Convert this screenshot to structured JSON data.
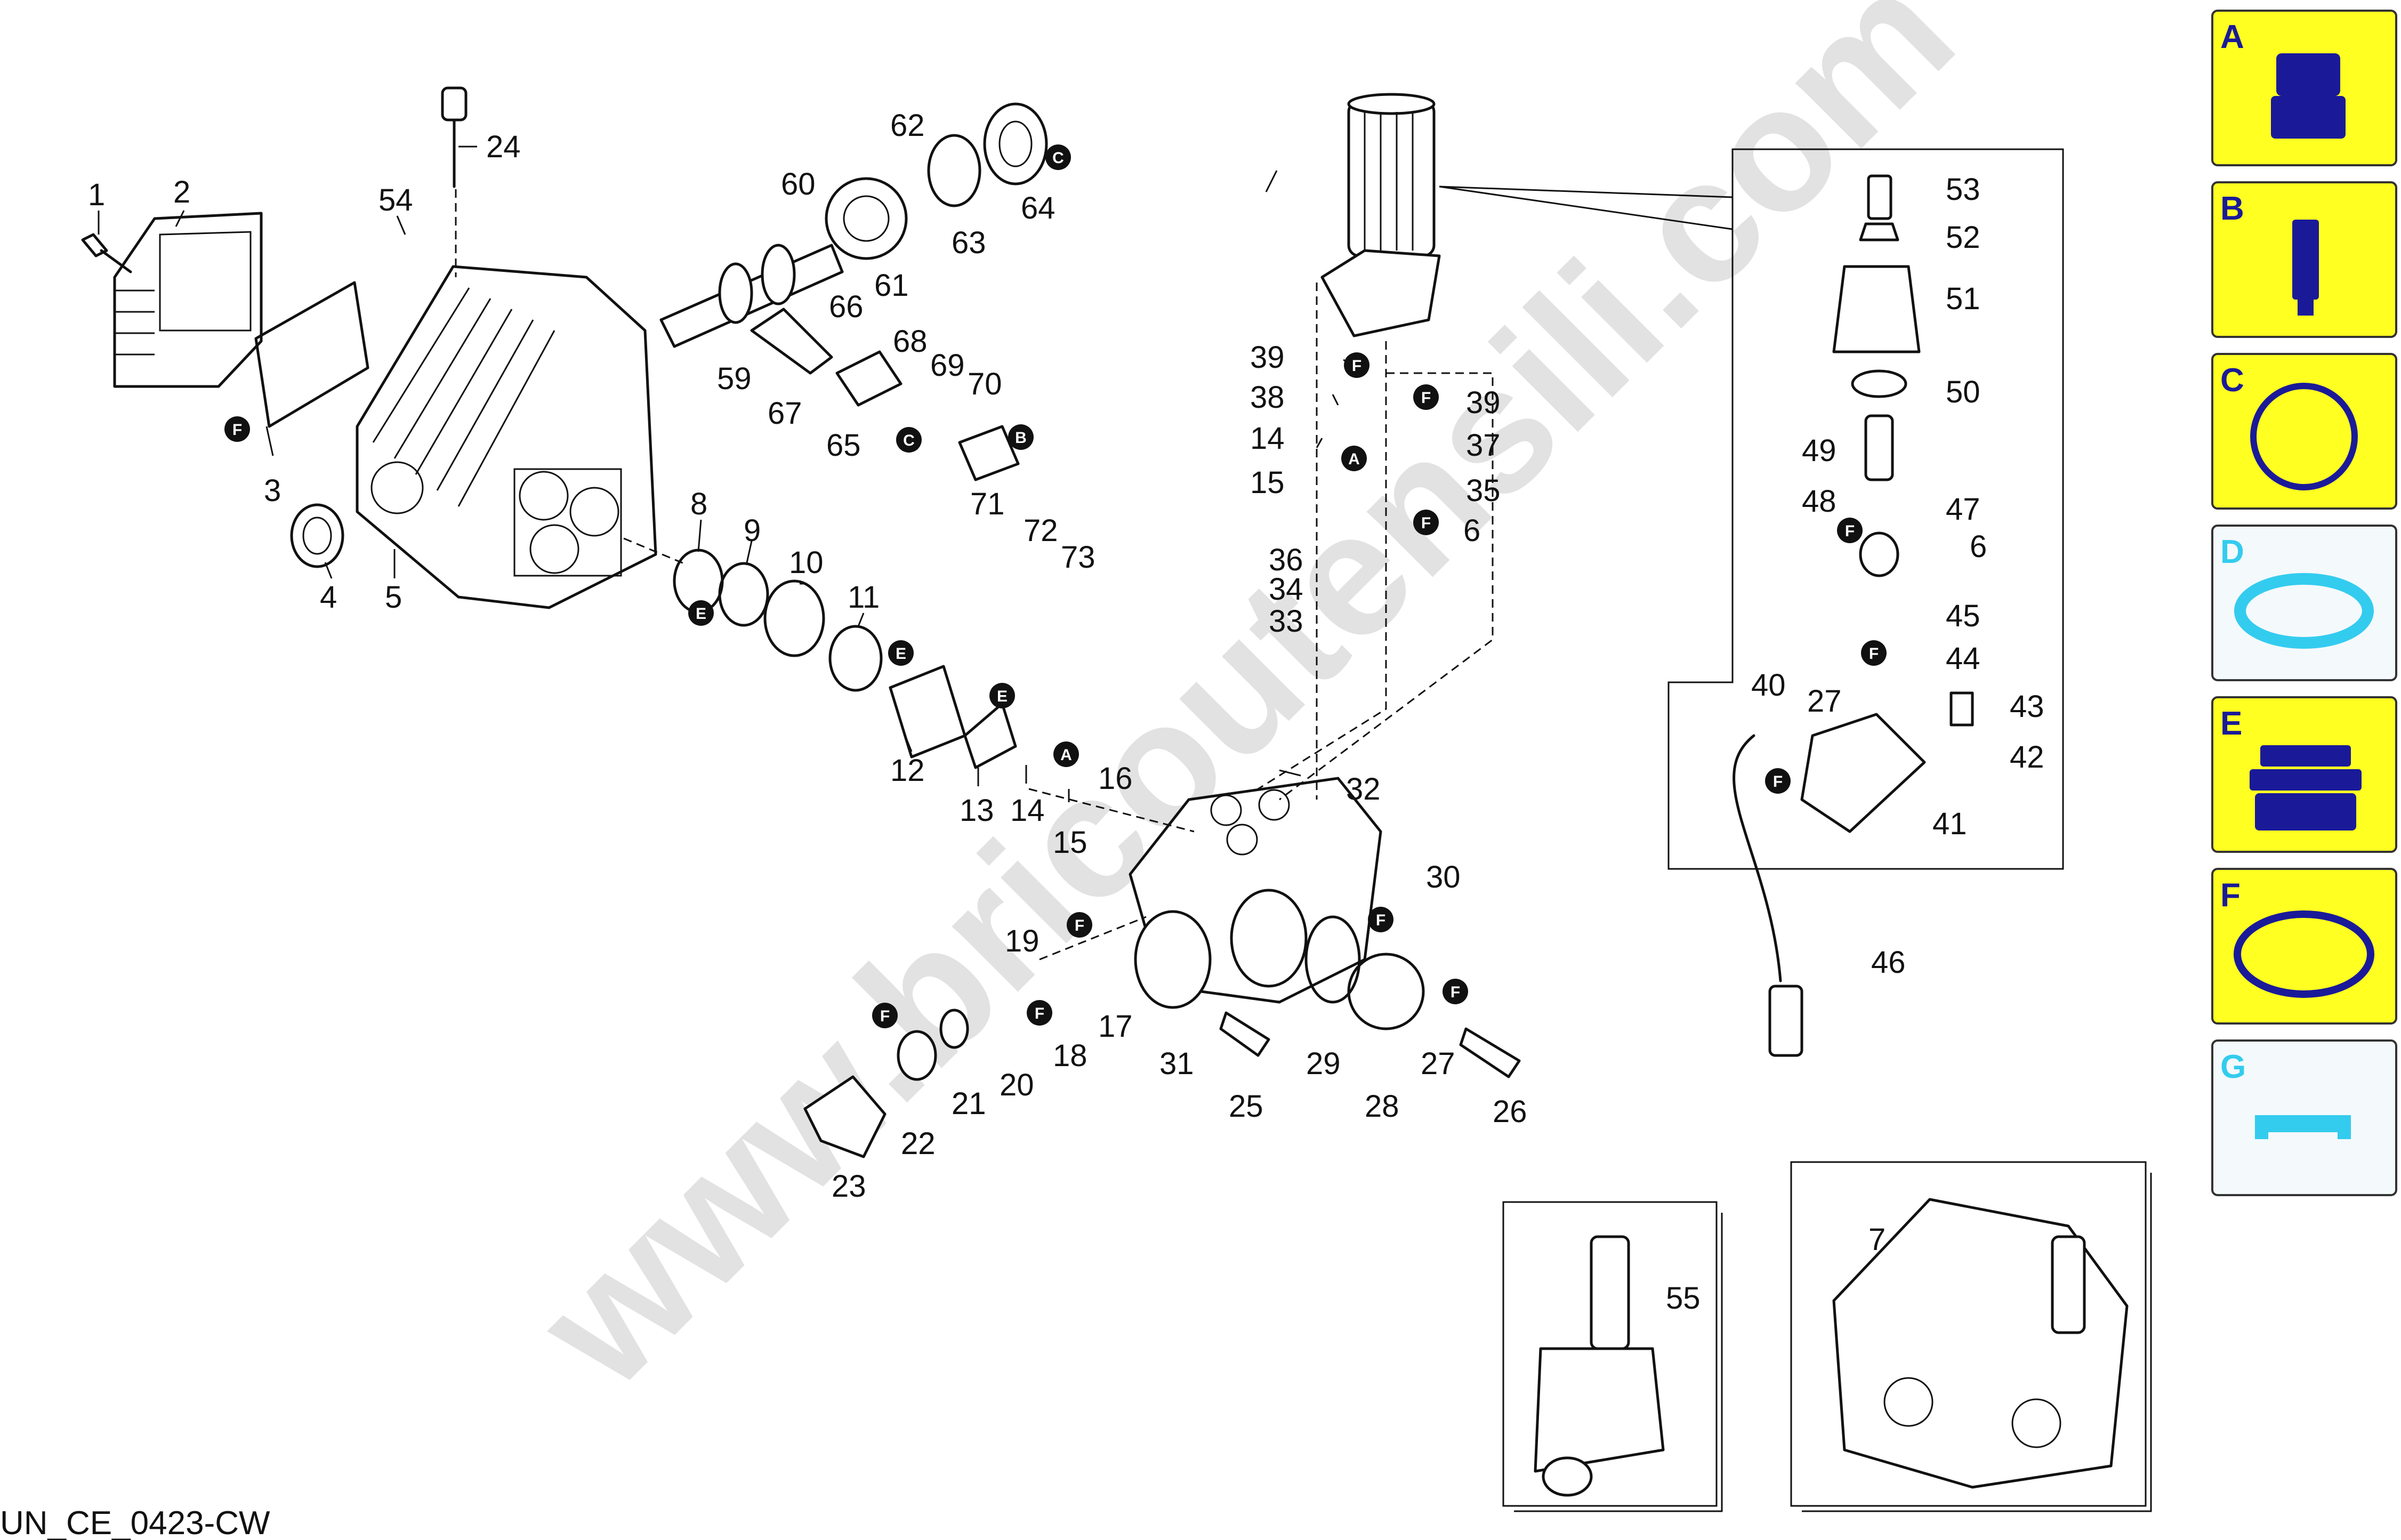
{
  "diagram": {
    "watermark": "www.bricoutensili.com",
    "footer_code": "UN_CE_0423-CW",
    "part_labels": [
      "1",
      "2",
      "3",
      "4",
      "5",
      "6",
      "6",
      "7",
      "8",
      "9",
      "10",
      "11",
      "12",
      "13",
      "14",
      "14",
      "15",
      "15",
      "16",
      "17",
      "18",
      "19",
      "20",
      "21",
      "22",
      "23",
      "24",
      "25",
      "26",
      "27",
      "27",
      "28",
      "29",
      "30",
      "31",
      "32",
      "33",
      "34",
      "35",
      "36",
      "37",
      "38",
      "39",
      "39",
      "40",
      "41",
      "42",
      "43",
      "44",
      "45",
      "46",
      "47",
      "48",
      "49",
      "50",
      "51",
      "52",
      "53",
      "54",
      "55",
      "59",
      "60",
      "61",
      "62",
      "63",
      "64",
      "65",
      "66",
      "67",
      "68",
      "69",
      "70",
      "71",
      "72",
      "73"
    ],
    "badges": {
      "a": "A",
      "b": "B",
      "c": "C",
      "e": "E",
      "f": "F"
    }
  },
  "legend": [
    {
      "letter": "A",
      "color": "#1a1a99",
      "state": "yellow",
      "icon": "nozzle-icon"
    },
    {
      "letter": "B",
      "color": "#1a1a99",
      "state": "yellow",
      "icon": "piston-icon"
    },
    {
      "letter": "C",
      "color": "#1a1a99",
      "state": "yellow",
      "icon": "gasket-icon"
    },
    {
      "letter": "D",
      "color": "#33ccee",
      "state": "disabled",
      "icon": "seal-icon"
    },
    {
      "letter": "E",
      "color": "#1a1a99",
      "state": "yellow",
      "icon": "packing-icon"
    },
    {
      "letter": "F",
      "color": "#1a1a99",
      "state": "yellow",
      "icon": "o-ring-icon"
    },
    {
      "letter": "G",
      "color": "#33ccee",
      "state": "disabled",
      "icon": "shim-icon"
    }
  ]
}
